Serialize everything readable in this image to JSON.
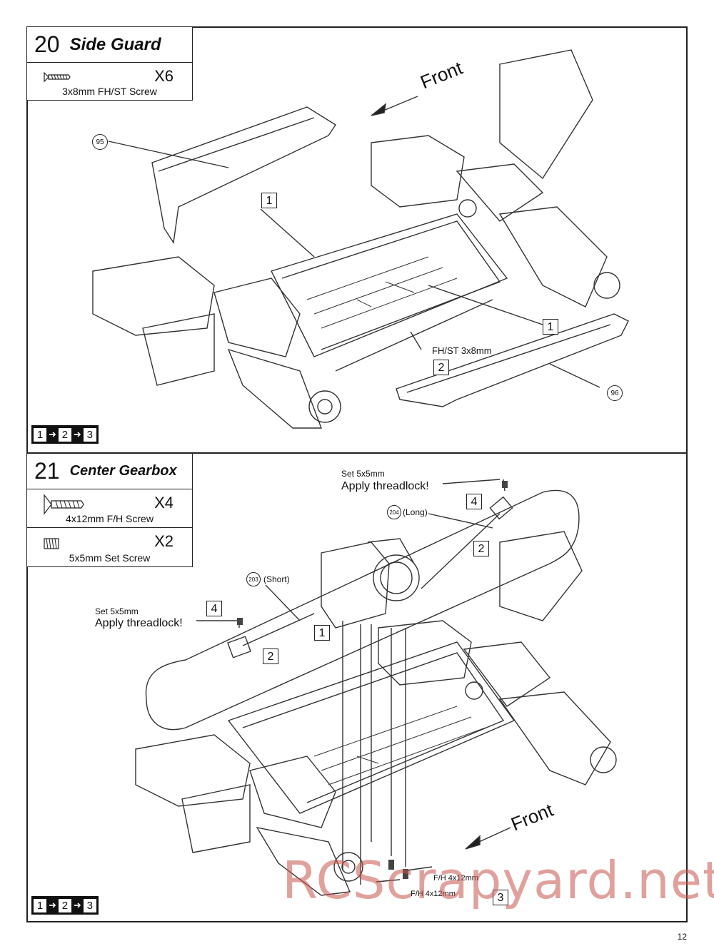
{
  "step20": {
    "number": "20",
    "title": "Side Guard",
    "part": {
      "qty": "X6",
      "name": "3x8mm FH/ST Screw",
      "icon": "screw-icon"
    },
    "sequence": [
      "1",
      "2",
      "3"
    ],
    "callouts": {
      "part_95": "95",
      "part_96": "96",
      "box1a": "1",
      "box1b": "1",
      "box2": "2",
      "screw_label": "FH/ST 3x8mm",
      "front": "Front"
    }
  },
  "step21": {
    "number": "21",
    "title": "Center Gearbox",
    "parts": [
      {
        "qty": "X4",
        "name": "4x12mm F/H Screw",
        "icon": "long-screw-icon"
      },
      {
        "qty": "X2",
        "name": "5x5mm Set Screw",
        "icon": "set-screw-icon"
      }
    ],
    "sequence": [
      "1",
      "2",
      "3"
    ],
    "callouts": {
      "set_screw_top_1": "Set 5x5mm",
      "threadlock_top": "Apply threadlock!",
      "set_screw_left_1": "Set 5x5mm",
      "threadlock_left": "Apply threadlock!",
      "part_204": "204",
      "long": "(Long)",
      "part_203": "203",
      "short": "(Short)",
      "box4a": "4",
      "box4b": "4",
      "box2a": "2",
      "box2b": "2",
      "box1": "1",
      "box3": "3",
      "screw_a": "F/H 4x12mm",
      "screw_b": "F/H 4x12mm",
      "front": "Front"
    }
  },
  "page_number": "12",
  "watermark": "RCScrapyard.net"
}
